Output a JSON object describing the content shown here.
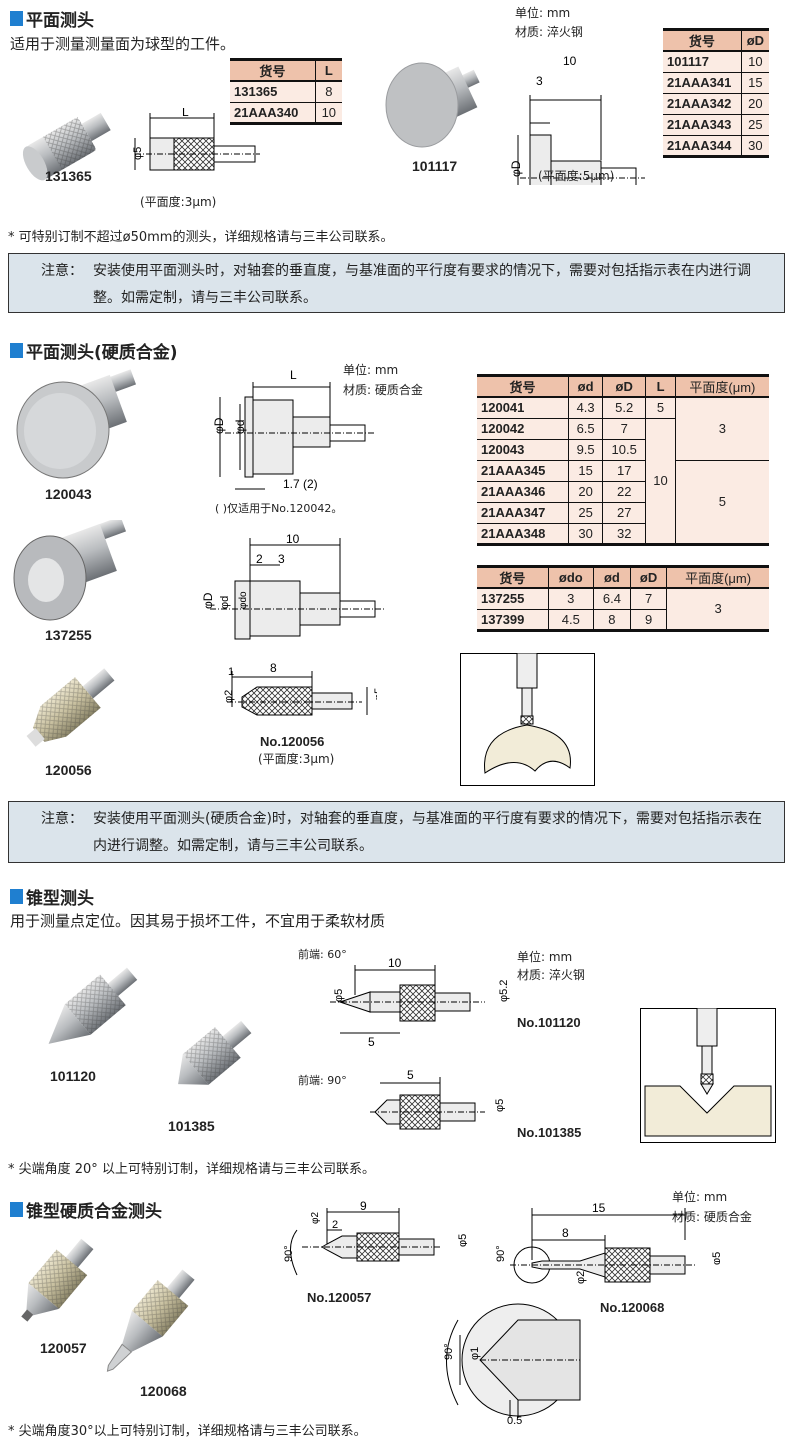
{
  "s1": {
    "title": "平面测头",
    "subtitle": "适用于测量测量面为球型的工件。",
    "table_a": {
      "headers": [
        "货号",
        "L"
      ],
      "rows": [
        [
          "131365",
          "8"
        ],
        [
          "21AAA340",
          "10"
        ]
      ]
    },
    "prod_a": "131365",
    "dim_a": {
      "L": "L",
      "d": "φ5",
      "flat": "(平面度:3μm)"
    },
    "unit": "单位: mm",
    "material": "材质: 淬火钢",
    "table_b": {
      "headers": [
        "货号",
        "øD"
      ],
      "rows": [
        [
          "101117",
          "10"
        ],
        [
          "21AAA341",
          "15"
        ],
        [
          "21AAA342",
          "20"
        ],
        [
          "21AAA343",
          "25"
        ],
        [
          "21AAA344",
          "30"
        ]
      ]
    },
    "prod_b": "101117",
    "dim_b": {
      "len": "10",
      "a": "3",
      "D": "φD",
      "flat": "(平面度:5μm)"
    },
    "footnote": "* 可特别订制不超过ø50mm的测头，详细规格请与三丰公司联系。",
    "note_label": "注意：",
    "note": "安装使用平面测头时，对轴套的垂直度，与基准面的平行度有要求的情况下，需要对包括指示表在内进行调整。如需定制，请与三丰公司联系。"
  },
  "s2": {
    "title": "平面测头(硬质合金)",
    "unit": "单位: mm",
    "material": "材质: 硬质合金",
    "prods": [
      "120043",
      "137255",
      "120056"
    ],
    "dim1": {
      "L": "L",
      "D": "φD",
      "d": "φd",
      "t": "1.7 (2)",
      "note": "( )仅适用于No.120042。"
    },
    "dim2": {
      "len": "10",
      "a": "2",
      "b": "3",
      "D": "φD",
      "d": "φd",
      "do": "φdo"
    },
    "dim3": {
      "a": "1",
      "len": "8",
      "d2": "φ2",
      "d5": "φ5",
      "no": "No.120056",
      "flat": "(平面度:3μm)"
    },
    "table_c": {
      "headers": [
        "货号",
        "ød",
        "øD",
        "L",
        "平面度(μm)"
      ],
      "rows": [
        [
          "120041",
          "4.3",
          "5.2"
        ],
        [
          "120042",
          "6.5",
          "7"
        ],
        [
          "120043",
          "9.5",
          "10.5"
        ],
        [
          "21AAA345",
          "15",
          "17"
        ],
        [
          "21AAA346",
          "20",
          "22"
        ],
        [
          "21AAA347",
          "25",
          "27"
        ],
        [
          "21AAA348",
          "30",
          "32"
        ]
      ],
      "L_values": [
        "5",
        "10"
      ],
      "flat_values": [
        "3",
        "5"
      ]
    },
    "table_d": {
      "headers": [
        "货号",
        "ødo",
        "ød",
        "øD",
        "平面度(μm)"
      ],
      "rows": [
        [
          "137255",
          "3",
          "6.4",
          "7"
        ],
        [
          "137399",
          "4.5",
          "8",
          "9"
        ]
      ],
      "flat": "3"
    },
    "note_label": "注意：",
    "note": "安装使用平面测头(硬质合金)时，对轴套的垂直度，与基准面的平行度有要求的情况下，需要对包括指示表在内进行调整。如需定制，请与三丰公司联系。"
  },
  "s3": {
    "title": "锥型测头",
    "subtitle": "用于测量点定位。因其易于损坏工件，不宜用于柔软材质",
    "prods": [
      "101120",
      "101385"
    ],
    "unit": "单位: mm",
    "material": "材质: 淬火钢",
    "d1": {
      "tip": "前端: 60°",
      "len": "10",
      "d5": "φ5",
      "d52": "φ5.2",
      "b": "5",
      "no": "No.101120"
    },
    "d2": {
      "tip": "前端: 90°",
      "len": "5",
      "d5": "φ5",
      "no": "No.101385"
    },
    "footnote": "* 尖端角度 20° 以上可特别订制，详细规格请与三丰公司联系。"
  },
  "s4": {
    "title": "锥型硬质合金测头",
    "prods": [
      "120057",
      "120068"
    ],
    "unit": "单位: mm",
    "material": "材质: 硬质合金",
    "d1": {
      "d2": "φ2",
      "a": "2",
      "len": "9",
      "ang": "90°",
      "d5": "φ5",
      "no": "No.120057"
    },
    "d2": {
      "len": "15",
      "b": "8",
      "ang": "90°",
      "d2": "φ2",
      "d5": "φ5",
      "no": "No.120068"
    },
    "detail": {
      "d1": "φ1",
      "ang": "90°",
      "r": "0.5"
    },
    "footnote": "* 尖端角度30°以上可特别订制，详细规格请与三丰公司联系。"
  }
}
